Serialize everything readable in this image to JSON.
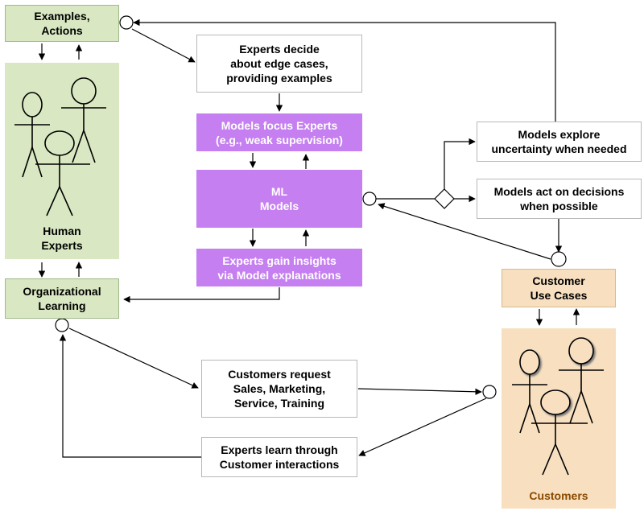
{
  "boxes": {
    "examples_actions": "Examples,\nActions",
    "org_learning": "Organizational\nLearning",
    "experts_decide": "Experts decide\nabout edge cases,\nproviding examples",
    "models_focus": "Models focus Experts\n(e.g., weak supervision)",
    "ml_models": "ML\nModels",
    "experts_gain": "Experts gain insights\nvia Model explanations",
    "models_explore": "Models explore\nuncertainty when needed",
    "models_act": "Models act on decisions\nwhen possible",
    "customer_use_cases": "Customer\nUse Cases",
    "customers_request": "Customers request\nSales, Marketing,\nService, Training",
    "experts_learn": "Experts learn through\nCustomer interactions"
  },
  "panels": {
    "human_experts": "Human\nExperts",
    "customers": "Customers"
  },
  "colors": {
    "green_fill": "#d9e8c2",
    "purple_fill": "#c57ff0",
    "tan_fill": "#f7dfc0",
    "line": "#000000"
  }
}
